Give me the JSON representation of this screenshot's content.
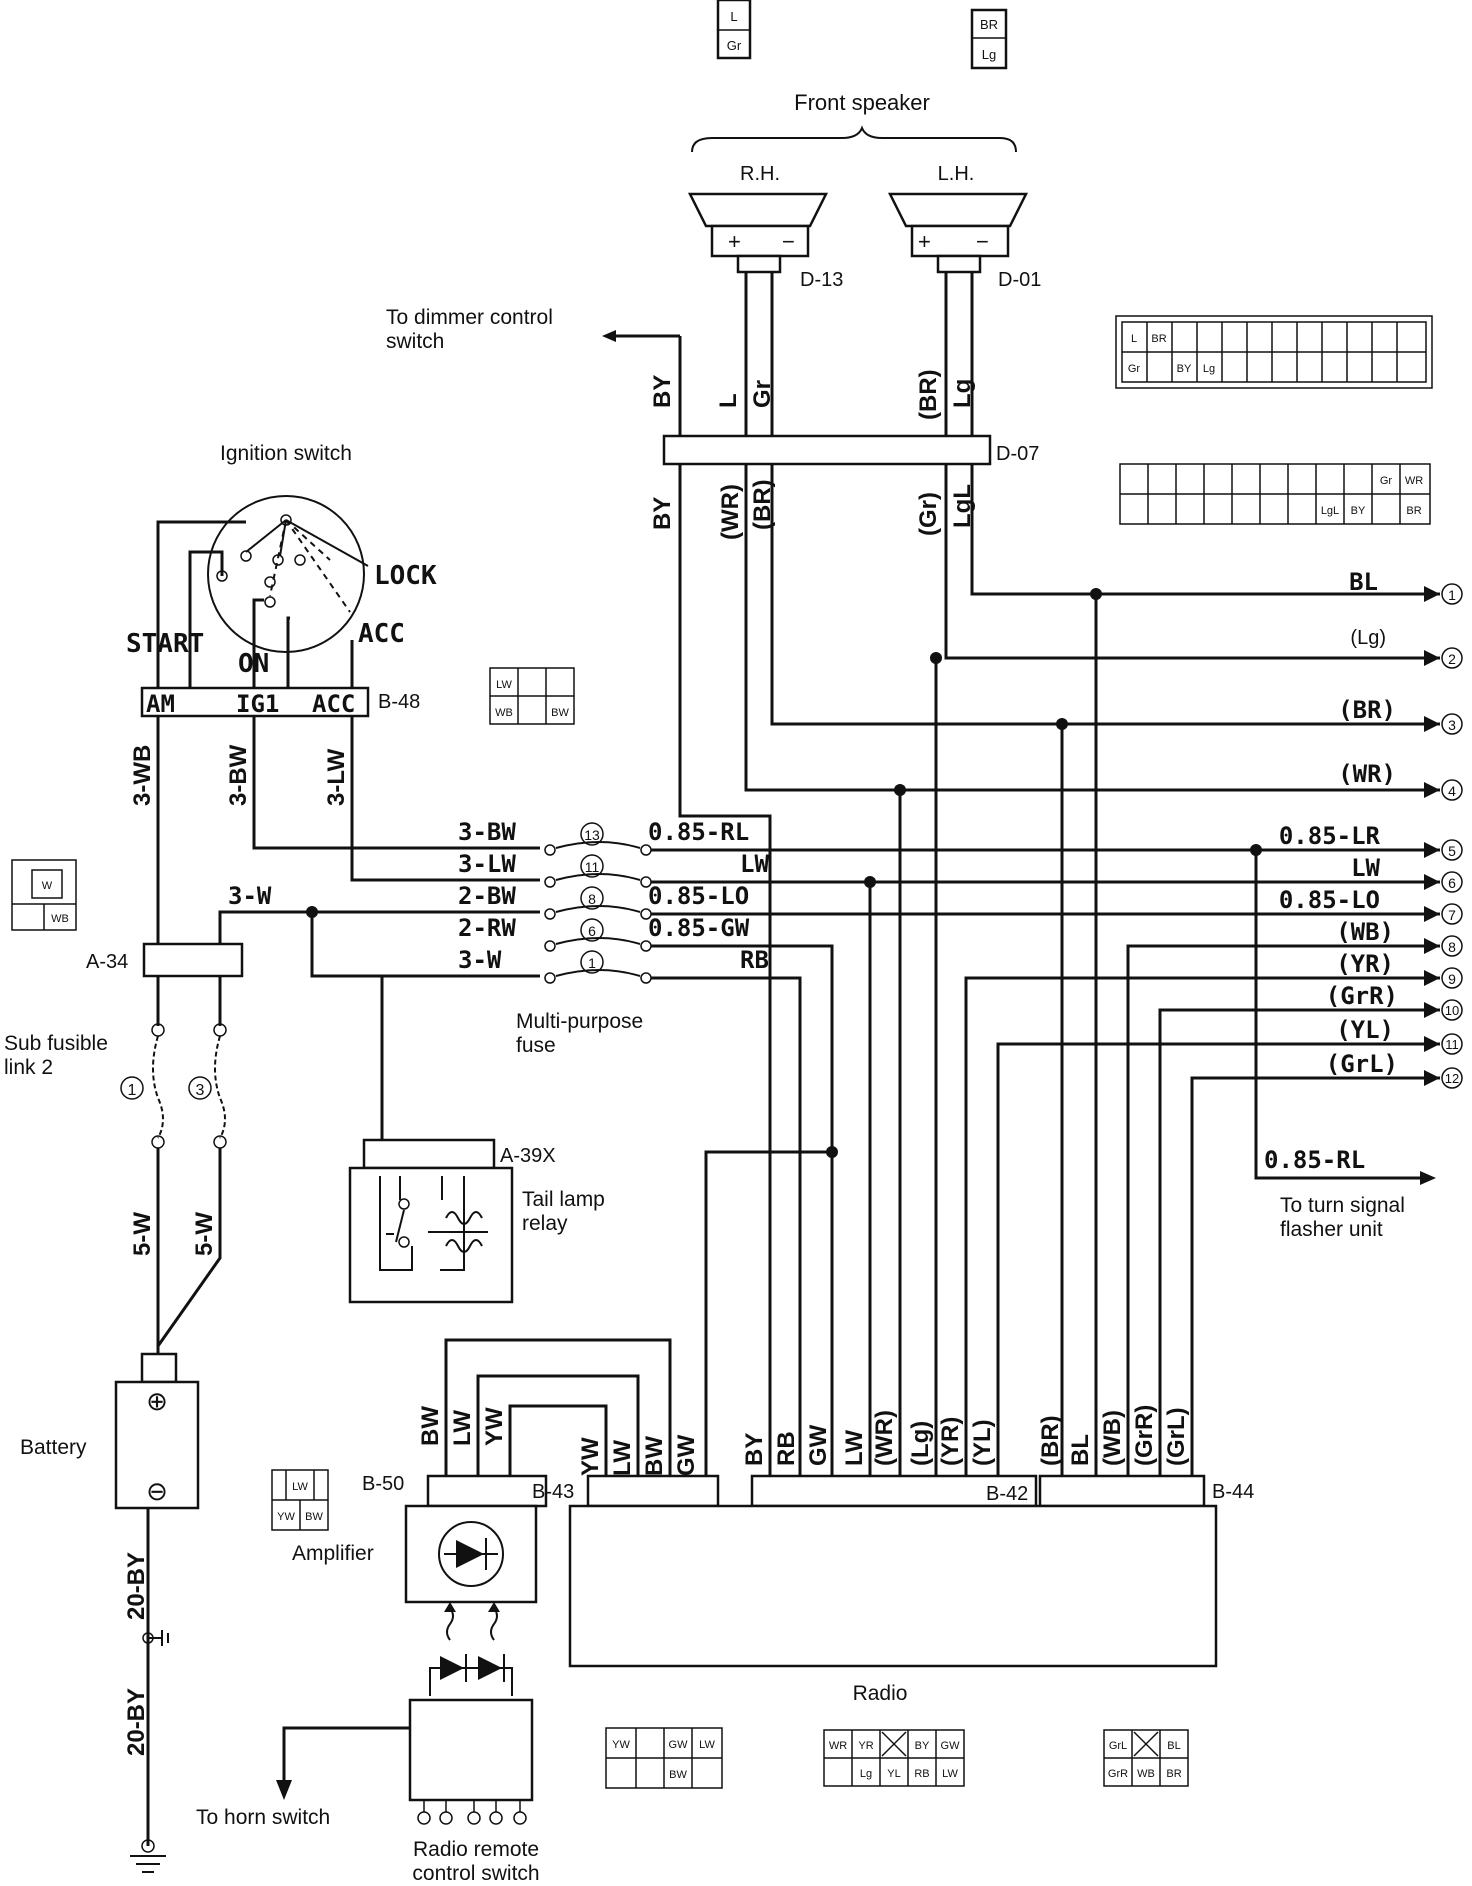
{
  "labels": {
    "front_speaker": "Front speaker",
    "rh": "R.H.",
    "lh": "L.H.",
    "d13": "D-13",
    "d01": "D-01",
    "d07": "D-07",
    "to_dimmer_1": "To dimmer control",
    "to_dimmer_2": "switch",
    "ignition_switch": "Ignition switch",
    "lock": "LOCK",
    "start": "START",
    "on": "ON",
    "acc": "ACC",
    "am": "AM",
    "ig1": "IG1",
    "acc_term": "ACC",
    "b48": "B-48",
    "a34": "A-34",
    "sub_fusible_1": "Sub fusible",
    "sub_fusible_2": "link 2",
    "fuse_num_1": "1",
    "fuse_num_3": "3",
    "multi_fuse_1": "Multi-purpose",
    "multi_fuse_2": "fuse",
    "a39x": "A-39X",
    "tail_relay_1": "Tail lamp",
    "tail_relay_2": "relay",
    "battery": "Battery",
    "plus": "⊕",
    "minus": "⊖",
    "amplifier": "Amplifier",
    "b50": "B-50",
    "b43": "B-43",
    "b42": "B-42",
    "b44": "B-44",
    "radio": "Radio",
    "to_horn": "To horn switch",
    "remote_1": "Radio remote",
    "remote_2": "control switch",
    "to_turn_1": "To turn signal",
    "to_turn_2": "flasher unit",
    "ground_wire_1": "20-BY",
    "ground_wire_2": "20-BY",
    "wire_5w_1": "5-W",
    "wire_5w_2": "5-W",
    "wire_3wb": "3-WB",
    "wire_3bw": "3-BW",
    "wire_3lw": "3-LW",
    "wire_3w": "3-W"
  },
  "top_wires": {
    "d13_l": "L",
    "d13_gr": "Gr",
    "by_top": "BY",
    "d01_br": "(BR)",
    "d01_lg": "Lg",
    "by_mid": "BY",
    "wr_mid": "(WR)",
    "br_mid": "(BR)",
    "gr_mid": "(Gr)",
    "lgl_mid": "LgL"
  },
  "fuse_rows": [
    {
      "left": "3-BW",
      "num": "13",
      "right": "0.85-RL"
    },
    {
      "left": "3-LW",
      "num": "11",
      "right": "LW"
    },
    {
      "left": "2-BW",
      "num": "8",
      "right": "0.85-LO"
    },
    {
      "left": "2-RW",
      "num": "6",
      "right": "0.85-GW"
    },
    {
      "left": "3-W",
      "num": "1",
      "right": "RB"
    }
  ],
  "outputs": [
    {
      "label": "BL",
      "num": "1"
    },
    {
      "label": "(Lg)",
      "num": "2"
    },
    {
      "label": "(BR)",
      "num": "3"
    },
    {
      "label": "(WR)",
      "num": "4"
    },
    {
      "label": "0.85-LR",
      "num": "5"
    },
    {
      "label": "LW",
      "num": "6"
    },
    {
      "label": "0.85-LO",
      "num": "7"
    },
    {
      "label": "(WB)",
      "num": "8"
    },
    {
      "label": "(YR)",
      "num": "9"
    },
    {
      "label": "(GrR)",
      "num": "10"
    },
    {
      "label": "(YL)",
      "num": "11"
    },
    {
      "label": "(GrL)",
      "num": "12"
    },
    {
      "label": "0.85-RL",
      "num": ""
    }
  ],
  "amp_wires": [
    "BW",
    "LW",
    "YW"
  ],
  "b43_wires": [
    "YW",
    "LW",
    "BW",
    "GW"
  ],
  "b42_wires": [
    "BY",
    "RB",
    "GW",
    "LW",
    "(WR)",
    "(Lg)",
    "(YR)",
    "(YL)"
  ],
  "b44_wires": [
    "(BR)",
    "BL",
    "(WB)",
    "(GrR)",
    "(GrL)"
  ],
  "connectors": {
    "top_left": [
      "L",
      "Gr"
    ],
    "top_right": [
      "BR",
      "Lg"
    ],
    "d07_upper": [
      "L",
      "BR",
      "Gr",
      "BY",
      "Lg"
    ],
    "d07_lower": [
      "Gr",
      "WR",
      "LgL",
      "BY",
      "BR"
    ],
    "b48": [
      "LW",
      "WB",
      "BW"
    ],
    "a34": [
      "W",
      "WB"
    ],
    "b50": [
      "LW",
      "YW",
      "BW"
    ],
    "b43": [
      "YW",
      "GW",
      "LW",
      "BW"
    ],
    "b42": [
      "WR",
      "YR",
      "BY",
      "GW",
      "Lg",
      "YL",
      "RB",
      "LW"
    ],
    "b44": [
      "GrL",
      "BL",
      "GrR",
      "WB",
      "BR"
    ]
  }
}
